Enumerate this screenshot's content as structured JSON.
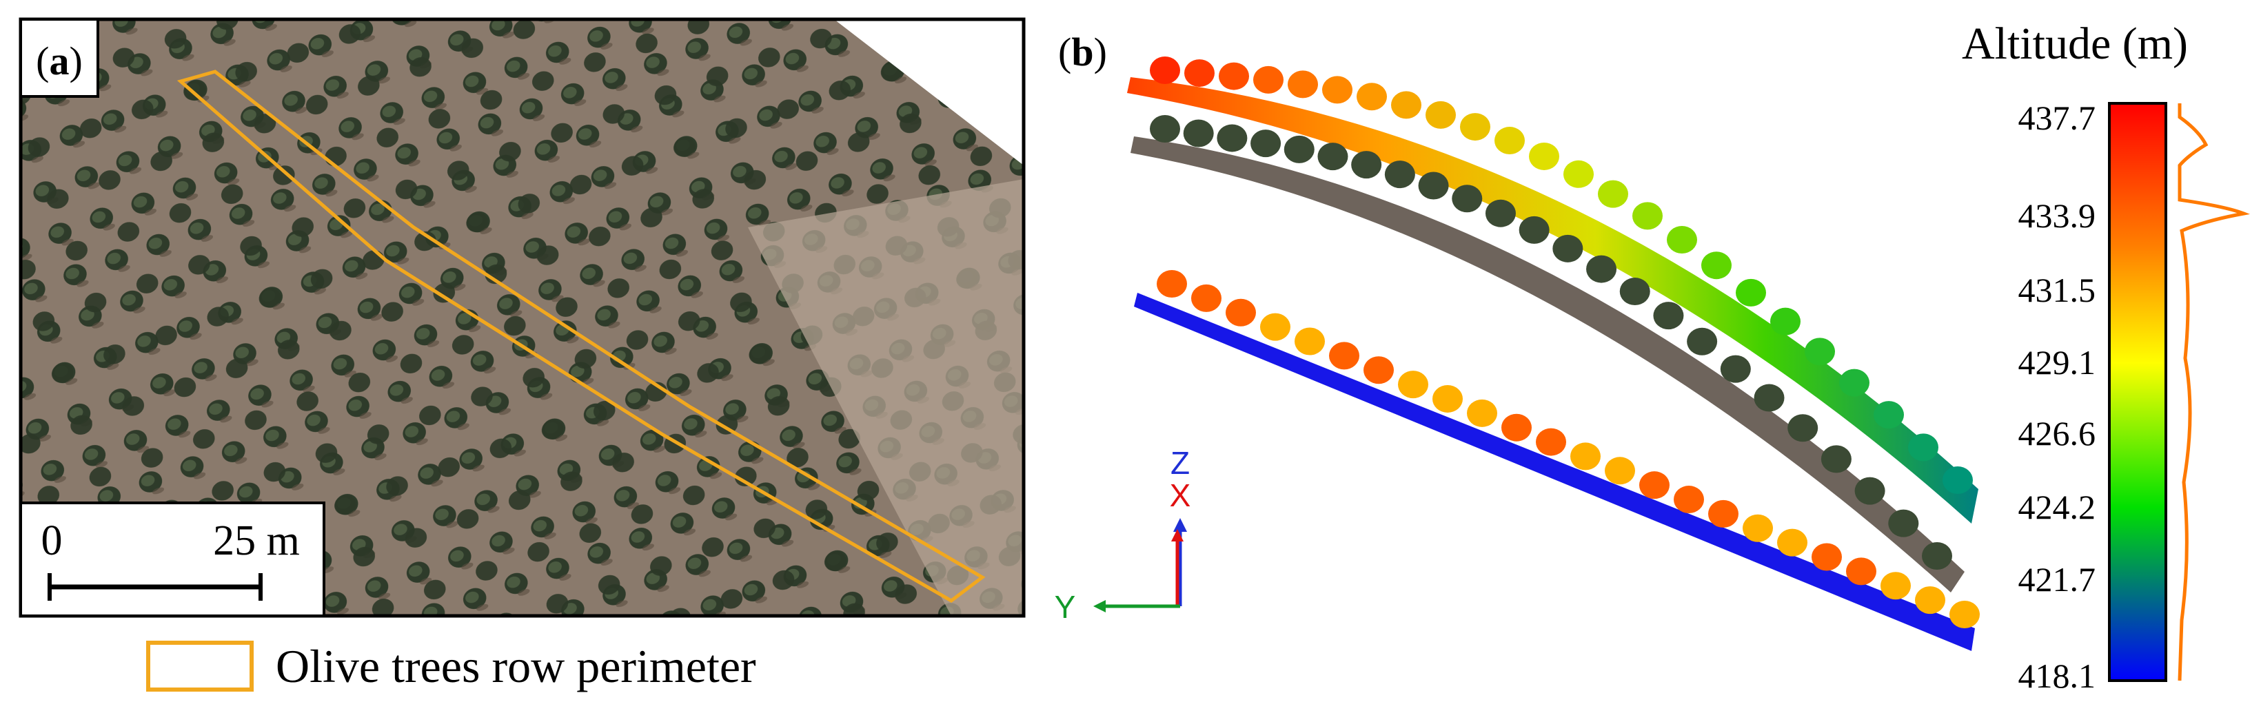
{
  "panel_a": {
    "label": "a",
    "scale_bar": {
      "start": "0",
      "end": "25 m"
    }
  },
  "panel_b": {
    "label": "b",
    "axes": {
      "z": "Z",
      "x": "X",
      "y": "Y"
    },
    "axis_colors": {
      "z": "#1f2fd6",
      "x": "#e01010",
      "y": "#139a2a"
    }
  },
  "legend": {
    "text": "Olive trees row perimeter",
    "color": "#f2a81e"
  },
  "colorbar": {
    "title": "Altitude (m)",
    "ticks": [
      "437.7",
      "433.9",
      "431.5",
      "429.1",
      "426.6",
      "424.2",
      "421.7",
      "418.1"
    ],
    "colors": [
      "#ff0000",
      "#ff8000",
      "#ffff00",
      "#00ff00",
      "#0000ff"
    ]
  }
}
